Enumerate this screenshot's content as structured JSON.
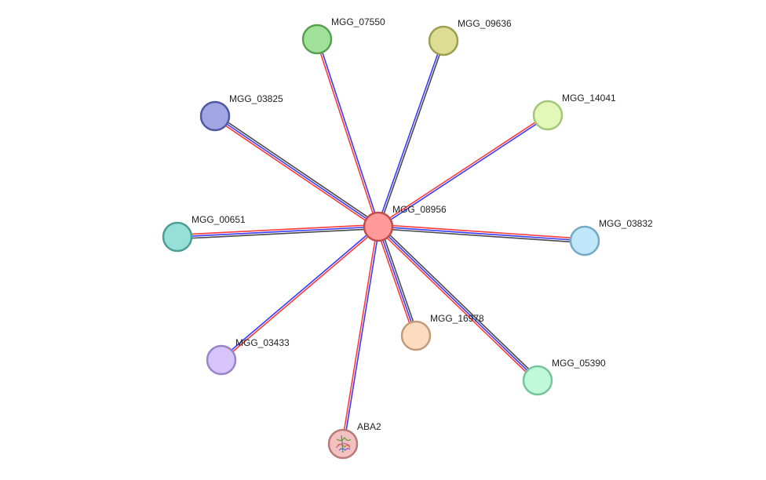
{
  "network": {
    "center": {
      "id": "MGG_08956",
      "label": "MGG_08956",
      "fill": "#ff9a9a",
      "stroke": "#c24b4b"
    },
    "nodes": [
      {
        "id": "MGG_07550",
        "label": "MGG_07550",
        "fill": "#a0e29a",
        "stroke": "#5aa052",
        "edges": [
          "red",
          "blue"
        ]
      },
      {
        "id": "MGG_09636",
        "label": "MGG_09636",
        "fill": "#dede92",
        "stroke": "#9e9e52",
        "edges": [
          "blue",
          "black"
        ]
      },
      {
        "id": "MGG_03825",
        "label": "MGG_03825",
        "fill": "#9fa6e2",
        "stroke": "#4f58a0",
        "edges": [
          "red",
          "blue",
          "black"
        ]
      },
      {
        "id": "MGG_14041",
        "label": "MGG_14041",
        "fill": "#e2f7b8",
        "stroke": "#a4c67a",
        "edges": [
          "red",
          "blue"
        ]
      },
      {
        "id": "MGG_00651",
        "label": "MGG_00651",
        "fill": "#96e0d8",
        "stroke": "#4c9e94",
        "edges": [
          "black",
          "blue",
          "red"
        ]
      },
      {
        "id": "MGG_03832",
        "label": "MGG_03832",
        "fill": "#c0e6fa",
        "stroke": "#76a8c6",
        "edges": [
          "red",
          "blue",
          "black"
        ]
      },
      {
        "id": "MGG_03433",
        "label": "MGG_03433",
        "fill": "#d6c4fa",
        "stroke": "#9a84c8",
        "edges": [
          "red",
          "blue"
        ]
      },
      {
        "id": "MGG_16978",
        "label": "MGG_16978",
        "fill": "#fcdcc0",
        "stroke": "#c49a78",
        "edges": [
          "black",
          "blue",
          "red"
        ]
      },
      {
        "id": "MGG_05390",
        "label": "MGG_05390",
        "fill": "#c0f8da",
        "stroke": "#76c49c",
        "edges": [
          "black",
          "blue",
          "red"
        ]
      },
      {
        "id": "ABA2",
        "label": "ABA2",
        "fill": "#f4c0c0",
        "stroke": "#b87a7a",
        "edges": [
          "blue",
          "red"
        ],
        "has_structure_image": true
      }
    ],
    "edge_colors": {
      "red": "#ff3a3a",
      "blue": "#3a3aff",
      "black": "#4a4a4a"
    }
  }
}
